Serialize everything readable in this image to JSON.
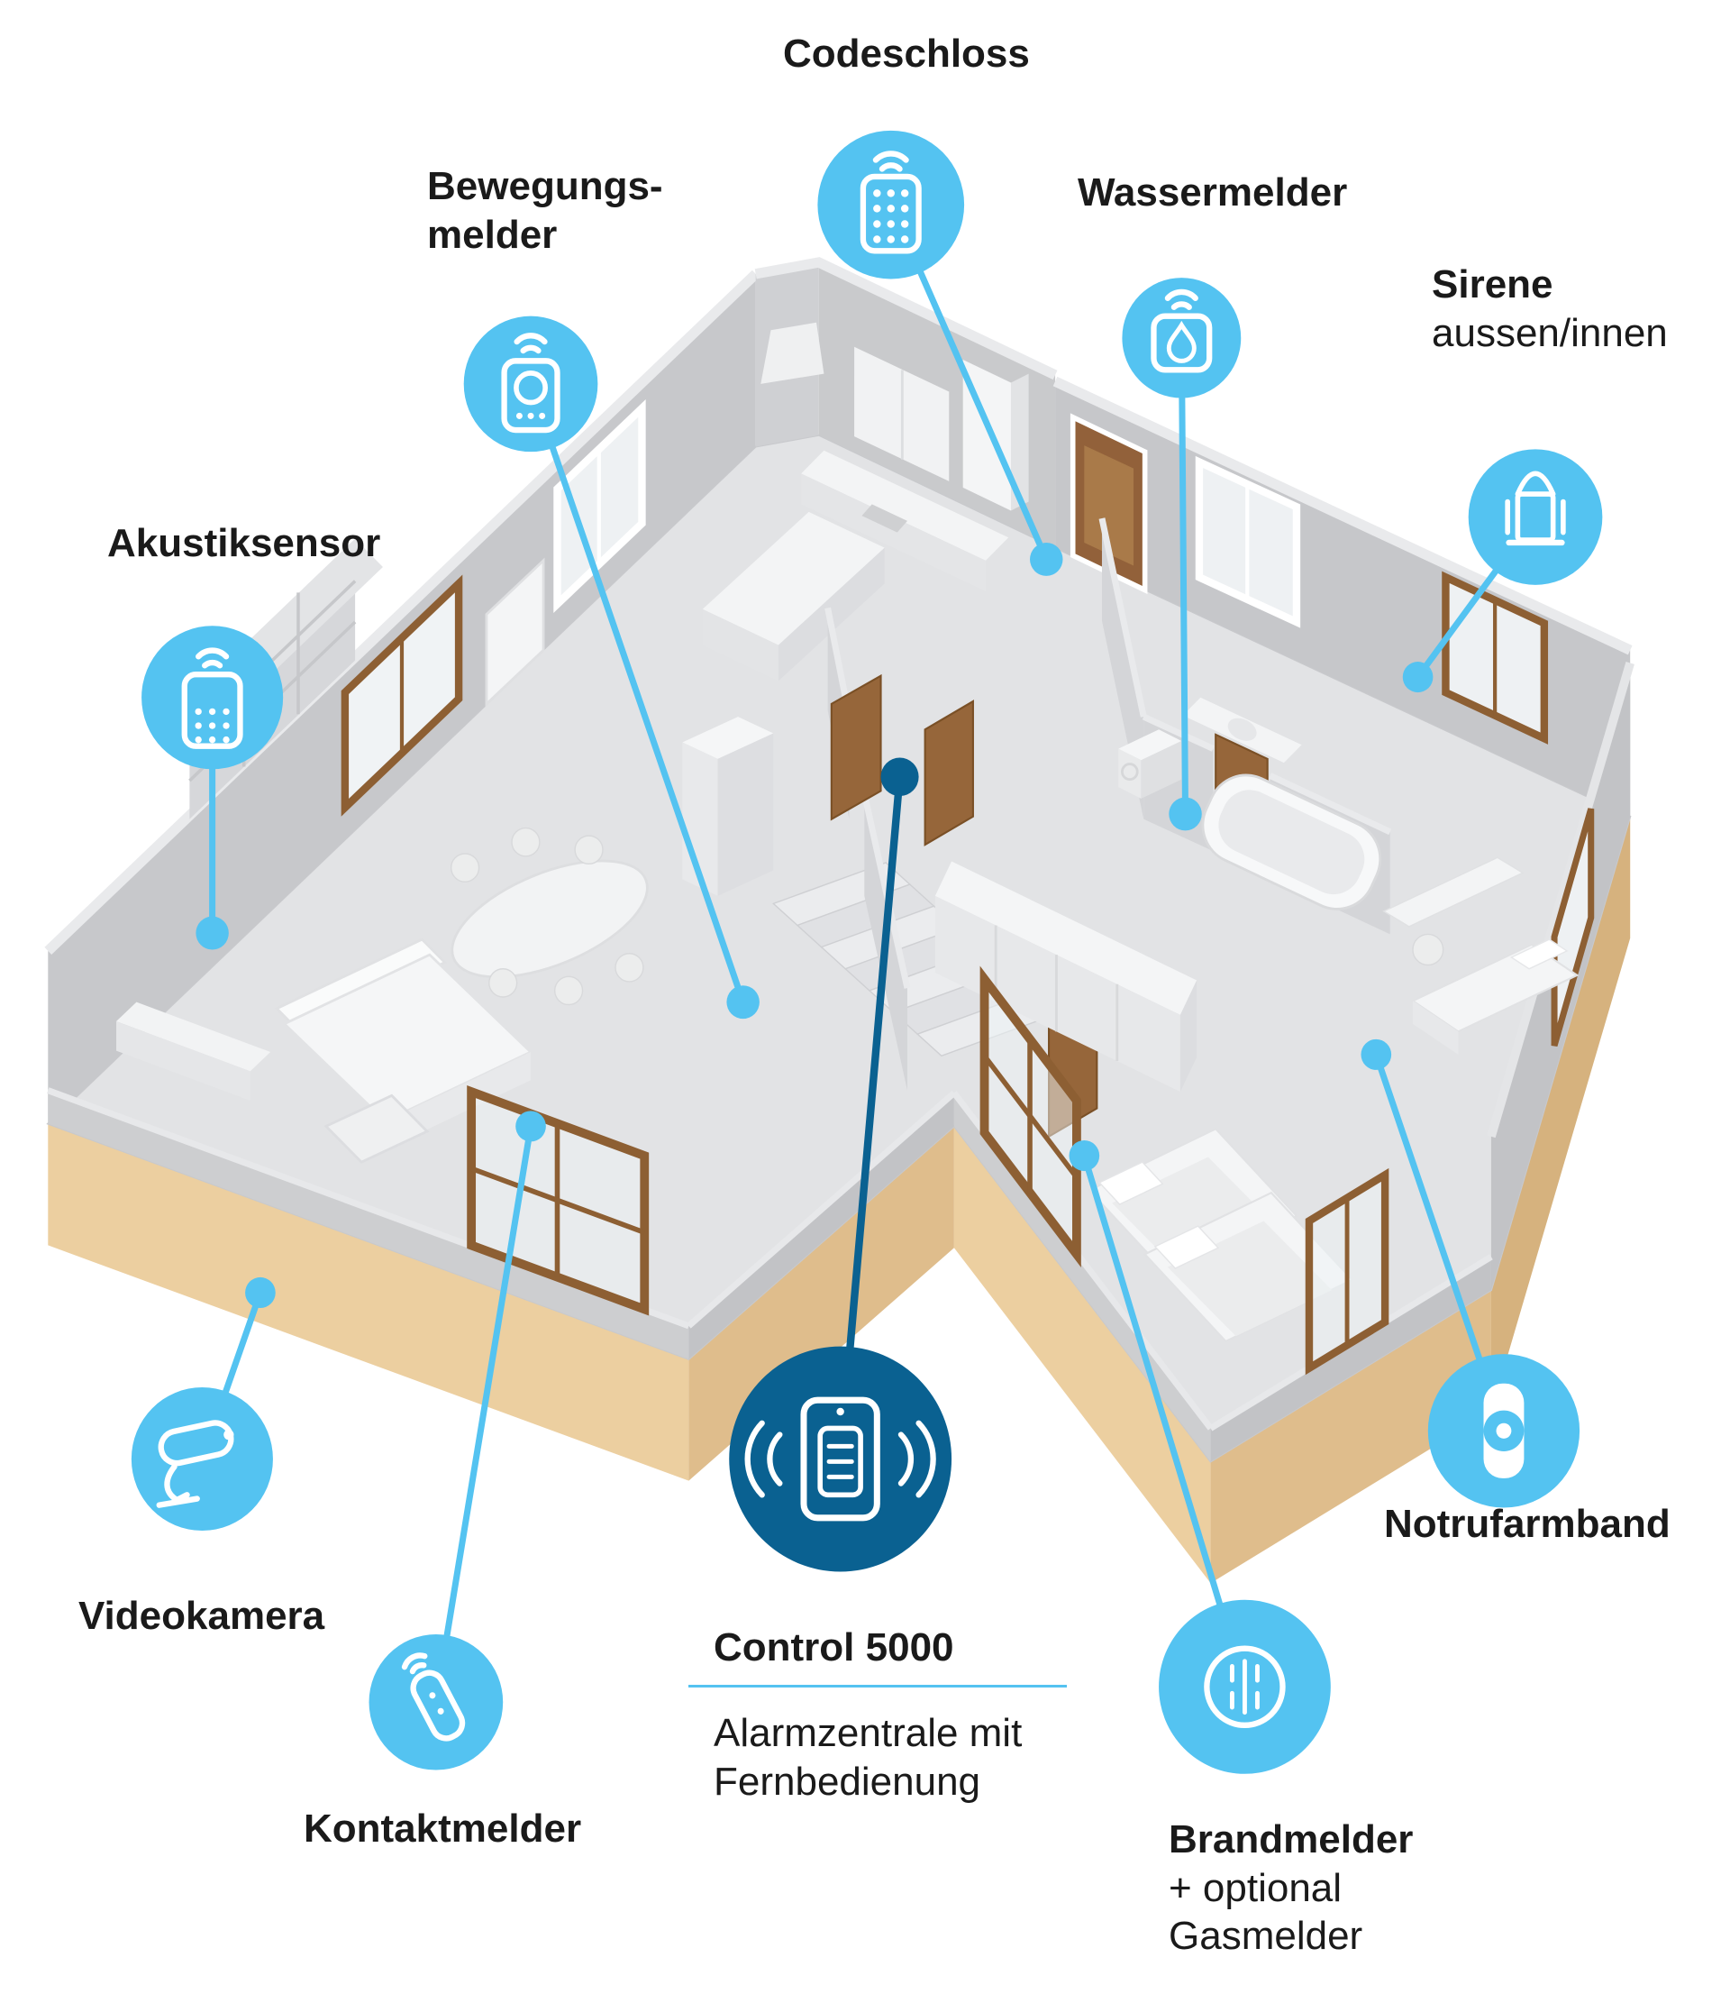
{
  "colors": {
    "accent": "#54c3f1",
    "accent_dark": "#0a6191",
    "text": "#1a1a1a"
  },
  "devices": {
    "codeschloss": {
      "label": "Codeschloss",
      "icon": "keypad-icon"
    },
    "bewegungsmelder": {
      "label_line1": "Bewegungs-",
      "label_line2": "melder",
      "icon": "motion-sensor-icon"
    },
    "wassermelder": {
      "label": "Wassermelder",
      "icon": "water-sensor-icon"
    },
    "sirene": {
      "label": "Sirene",
      "sublabel": "aussen/innen",
      "icon": "siren-icon"
    },
    "akustiksensor": {
      "label": "Akustiksensor",
      "icon": "acoustic-sensor-icon"
    },
    "videokamera": {
      "label": "Videokamera",
      "icon": "cctv-camera-icon"
    },
    "kontaktmelder": {
      "label": "Kontaktmelder",
      "icon": "contact-sensor-icon"
    },
    "notrufarmband": {
      "label": "Notrufarmband",
      "icon": "emergency-wristband-icon"
    },
    "brandmelder": {
      "label": "Brandmelder",
      "sublabel": "+ optional Gasmelder",
      "icon": "smoke-detector-icon"
    },
    "control5000": {
      "label": "Control 5000",
      "sublabel": "Alarmzentrale mit Fernbedienung",
      "icon": "alarm-control-panel-icon"
    }
  }
}
